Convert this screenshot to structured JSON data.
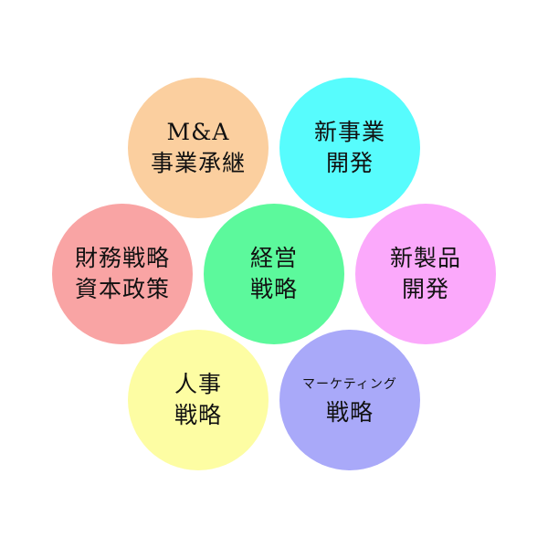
{
  "center": {
    "lines": [
      "経営",
      "戦略"
    ],
    "color": "#5cf99c"
  },
  "nodes": [
    {
      "id": "ma",
      "lines": [
        "M&A",
        "事業承継"
      ],
      "color": "#fbcf9f"
    },
    {
      "id": "new-business",
      "lines": [
        "新事業",
        "開発"
      ],
      "color": "#57fcfd"
    },
    {
      "id": "new-product",
      "lines": [
        "新製品",
        "開発"
      ],
      "color": "#fba9fb"
    },
    {
      "id": "marketing",
      "lines": [
        "マーケティング",
        "戦略"
      ],
      "color": "#a9a9f9"
    },
    {
      "id": "hr",
      "lines": [
        "人事",
        "戦略"
      ],
      "color": "#fdfda3"
    },
    {
      "id": "finance",
      "lines": [
        "財務戦略",
        "資本政策"
      ],
      "color": "#f9a4a4"
    }
  ]
}
